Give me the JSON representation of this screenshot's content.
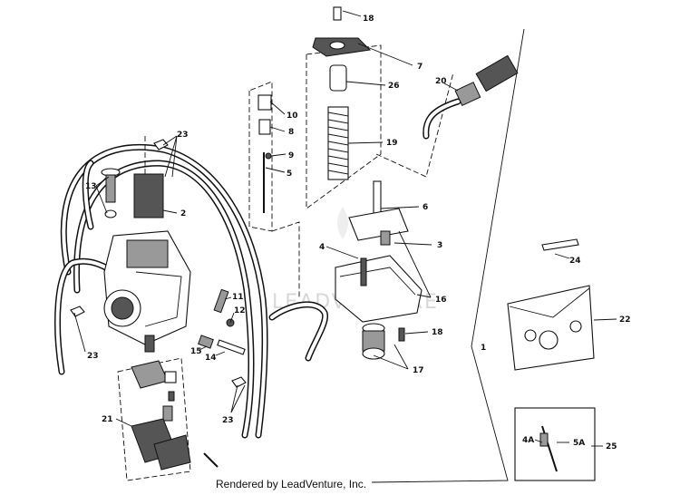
{
  "diagram": {
    "footer": "Rendered by LeadVenture, Inc.",
    "watermark": "LEADVENTURE",
    "callouts": {
      "c18a": "18",
      "c7": "7",
      "c26": "26",
      "c20": "20",
      "c10": "10",
      "c23a": "23",
      "c8": "8",
      "c9": "9",
      "c19": "19",
      "c5": "5",
      "c13": "13",
      "c2": "2",
      "c6": "6",
      "c4": "4",
      "c3": "3",
      "c24": "24",
      "c16": "16",
      "c11": "11",
      "c12": "12",
      "c22": "22",
      "c18b": "18",
      "c23b": "23",
      "c15": "15",
      "c14": "14",
      "c1": "1",
      "c17": "17",
      "c21": "21",
      "c23c": "23",
      "c4a": "4A",
      "c5a": "5A",
      "c25": "25"
    }
  }
}
